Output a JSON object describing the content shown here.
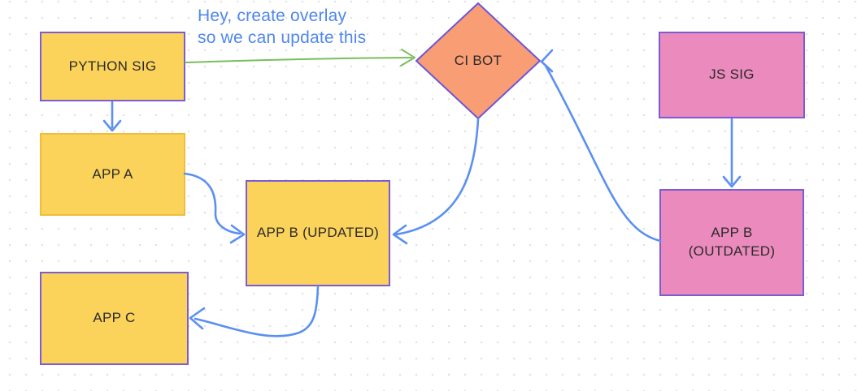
{
  "canvas": {
    "background_color": "#ffffff",
    "dot_color": "#e2e2e6"
  },
  "annotation": {
    "line1": "Hey, create overlay",
    "line2": "so we can update this",
    "color": "#4f87ec"
  },
  "label_text_color": "#2b2b2b",
  "nodes": {
    "python_sig": {
      "label": "PYTHON SIG",
      "shape": "rectangle",
      "fill": "#fbd35b",
      "border": "#7b5cd4"
    },
    "app_a": {
      "label": "APP A",
      "shape": "rectangle",
      "fill": "#fbd35b",
      "border": "#efbd3c"
    },
    "app_c": {
      "label": "APP C",
      "shape": "rectangle",
      "fill": "#fbd35b",
      "border": "#7b5cd4"
    },
    "app_b_updated": {
      "label": "APP B (UPDATED)",
      "shape": "rectangle",
      "fill": "#fbd35b",
      "border": "#7b5cd4"
    },
    "ci_bot": {
      "label": "CI BOT",
      "shape": "diamond",
      "fill": "#f89d74",
      "border": "#6d55da"
    },
    "js_sig": {
      "label": "JS SIG",
      "shape": "rectangle",
      "fill": "#eb8abd",
      "border": "#7b5cd4"
    },
    "app_b_outdated": {
      "label": "APP B (OUTDATED)",
      "shape": "rectangle",
      "fill": "#eb8abd",
      "border": "#7b5cd4"
    }
  },
  "edges": [
    {
      "id": "python-sig-to-ci-bot",
      "from": "PYTHON SIG",
      "to": "CI BOT",
      "color": "#79be5e"
    },
    {
      "id": "python-sig-to-app-a",
      "from": "PYTHON SIG",
      "to": "APP A",
      "color": "#5b90f2"
    },
    {
      "id": "js-sig-to-app-b-outdated",
      "from": "JS SIG",
      "to": "APP B (OUTDATED)",
      "color": "#5b90f2"
    },
    {
      "id": "app-b-outdated-to-ci-bot",
      "from": "APP B (OUTDATED)",
      "to": "CI BOT",
      "color": "#5b90f2"
    },
    {
      "id": "ci-bot-to-app-b-updated",
      "from": "CI BOT",
      "to": "APP B (UPDATED)",
      "color": "#5b90f2"
    },
    {
      "id": "app-a-to-app-b-updated",
      "from": "APP A",
      "to": "APP B (UPDATED)",
      "color": "#5b90f2"
    },
    {
      "id": "app-b-updated-to-app-c",
      "from": "APP B (UPDATED)",
      "to": "APP C",
      "color": "#5b90f2"
    }
  ]
}
